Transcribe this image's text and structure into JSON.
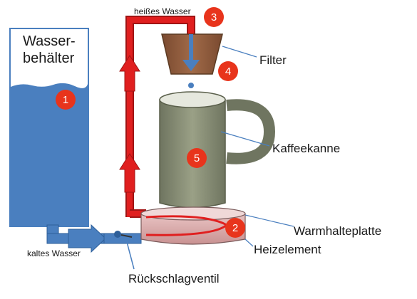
{
  "labels": {
    "tank": "Wasser-",
    "tank2": "behälter",
    "hot_water": "heißes Wasser",
    "filter": "Filter",
    "pot": "Kaffeekanne",
    "warmer": "Warmhalteplatte",
    "heater": "Heizelement",
    "cold_water": "kaltes Wasser",
    "valve": "Rückschlagventil"
  },
  "badges": [
    "1",
    "2",
    "3",
    "4",
    "5"
  ],
  "colors": {
    "water": "#4a7fbf",
    "pipe_hot": "#e01f1f",
    "pot": "#8c9277",
    "filter": "#8b5a3c",
    "badge": "#e8341c",
    "plate": "#d9a8a8"
  }
}
